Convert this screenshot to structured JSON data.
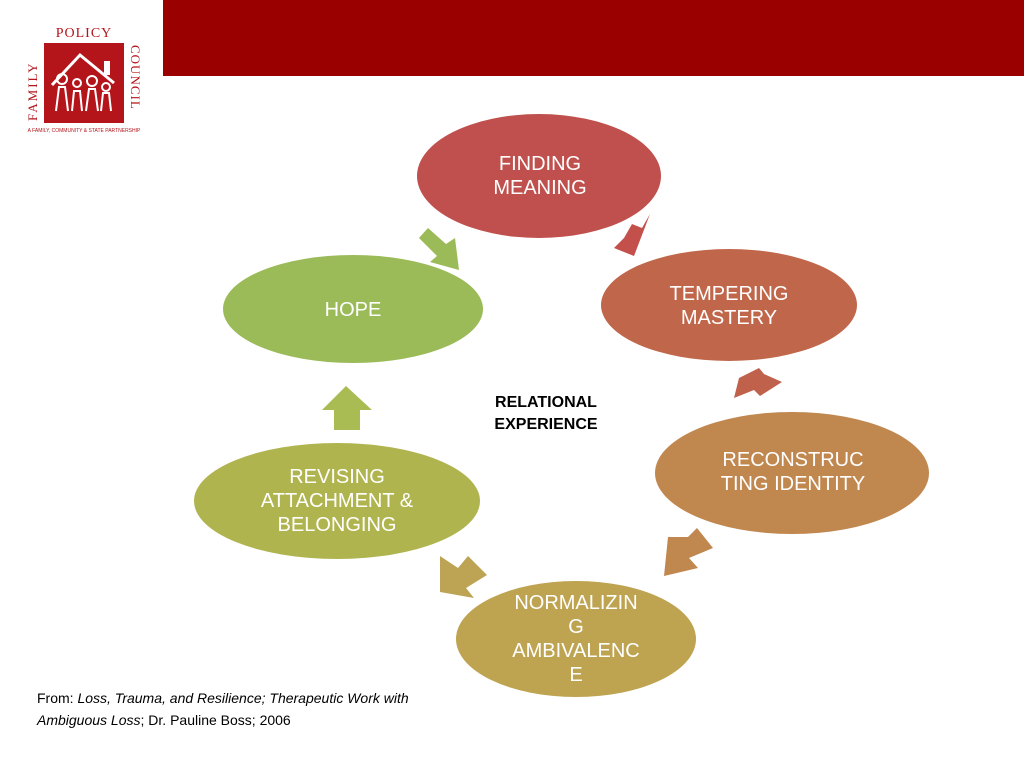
{
  "logo": {
    "text_top": "POLICY",
    "text_left": "FAMILY",
    "text_right": "COUNCIL",
    "tagline": "A FAMILY, COMMUNITY & STATE PARTNERSHIP",
    "color": "#b3151b"
  },
  "header_color": "#9b0000",
  "diagram": {
    "center_label_line1": "RELATIONAL",
    "center_label_line2": "EXPERIENCE",
    "nodes": [
      {
        "id": "finding-meaning",
        "label_line1": "FINDING",
        "label_line2": "MEANING",
        "color": "#c0504d"
      },
      {
        "id": "tempering-mastery",
        "label_line1": "TEMPERING",
        "label_line2": "MASTERY",
        "color": "#c0674b"
      },
      {
        "id": "reconstructing-identity",
        "label_line1": "RECONSTRUC",
        "label_line2": "TING IDENTITY",
        "color": "#c0874f"
      },
      {
        "id": "normalizing-ambivalence",
        "label_line1": "NORMALIZIN",
        "label_line2": "G",
        "label_line3": "AMBIVALENC",
        "label_line4": "E",
        "color": "#bea350"
      },
      {
        "id": "revising-attachment",
        "label_line1": "REVISING",
        "label_line2": "ATTACHMENT &",
        "label_line3": "BELONGING",
        "color": "#b0b44f"
      },
      {
        "id": "hope",
        "label_line1": "HOPE",
        "color": "#9bbb59"
      }
    ]
  },
  "citation": {
    "prefix": "From: ",
    "title": "Loss, Trauma, and Resilience; Therapeutic Work with Ambiguous Loss",
    "suffix": "; Dr. Pauline Boss; 2006"
  }
}
